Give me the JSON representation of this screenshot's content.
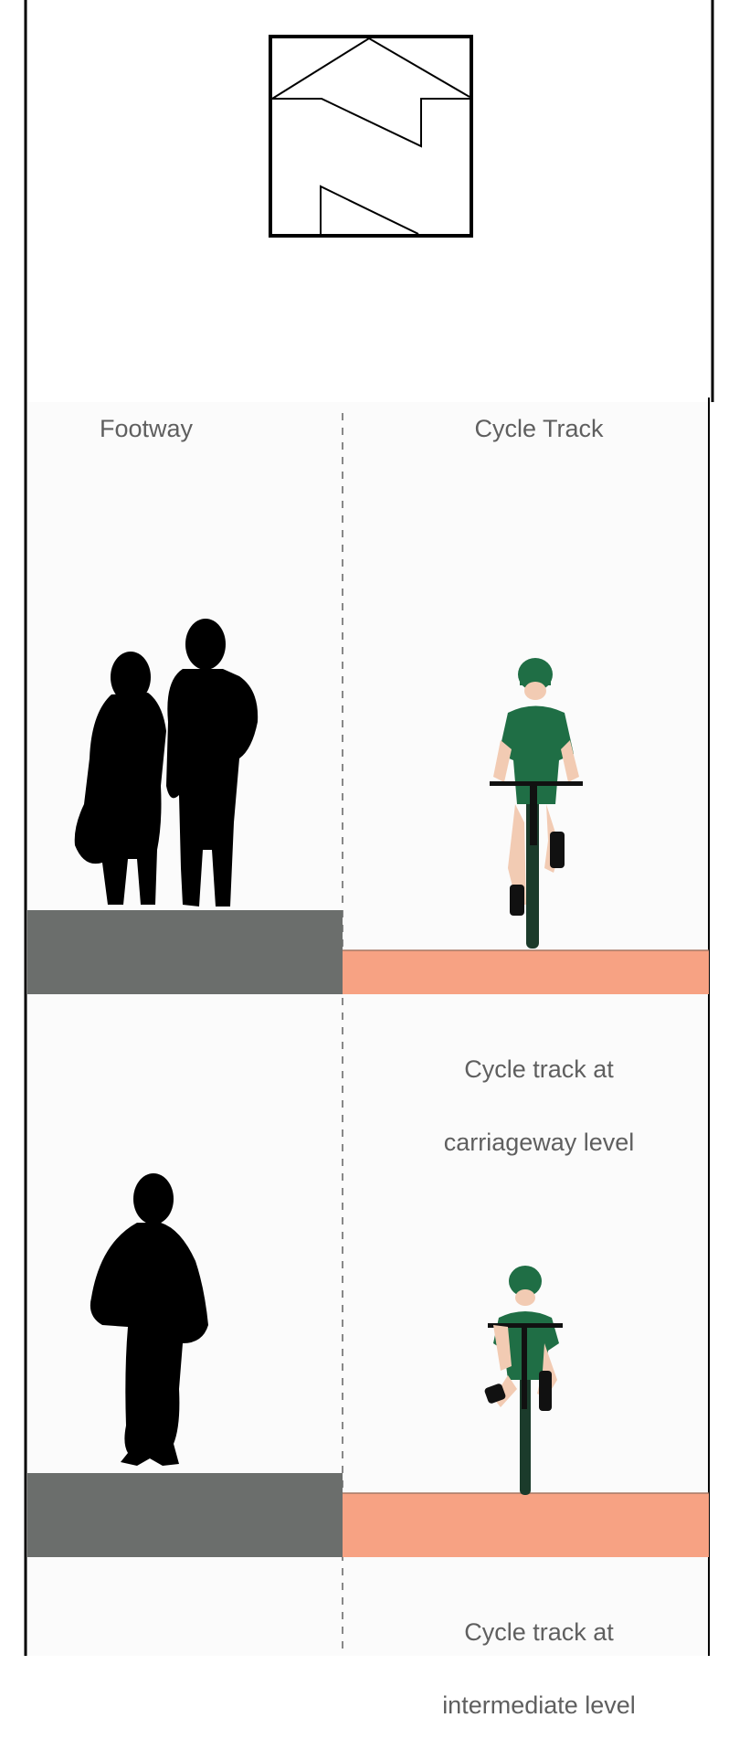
{
  "header": {
    "symbol": "ramp-level-change-icon"
  },
  "columns": {
    "left": "Footway",
    "right": "Cycle Track"
  },
  "sections": [
    {
      "caption_line1": "Cycle track at",
      "caption_line2": "carriageway level"
    },
    {
      "caption_line1": "Cycle track at",
      "caption_line2": "intermediate level"
    }
  ],
  "colors": {
    "footway_surface": "#6b6e6c",
    "cycle_track_surface": "#f7a283",
    "cyclist_jersey": "#1f6e45",
    "skin": "#f2cbb3",
    "silhouette": "#000000",
    "divider": "#888888",
    "panel_background": "#fbfbfb"
  }
}
